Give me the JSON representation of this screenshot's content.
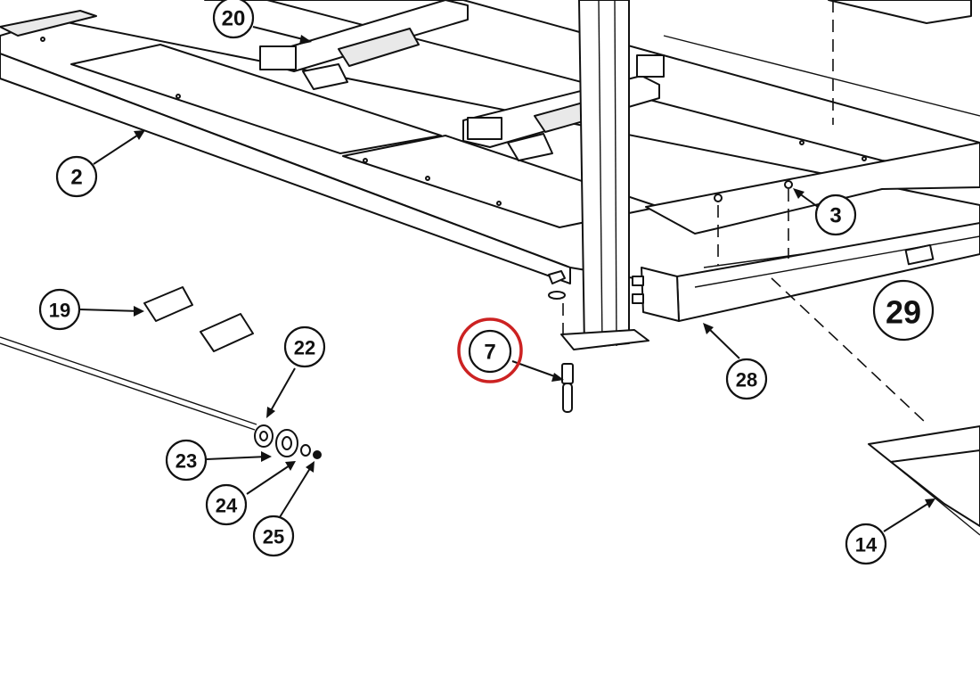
{
  "diagram": {
    "callouts": [
      {
        "id": "20",
        "label": "20"
      },
      {
        "id": "2",
        "label": "2"
      },
      {
        "id": "3",
        "label": "3"
      },
      {
        "id": "19",
        "label": "19"
      },
      {
        "id": "22",
        "label": "22"
      },
      {
        "id": "7",
        "label": "7",
        "highlighted": true
      },
      {
        "id": "28",
        "label": "28"
      },
      {
        "id": "29",
        "label": "29"
      },
      {
        "id": "23",
        "label": "23"
      },
      {
        "id": "24",
        "label": "24"
      },
      {
        "id": "25",
        "label": "25"
      },
      {
        "id": "14",
        "label": "14"
      }
    ],
    "colors": {
      "line": "#111111",
      "highlight": "#cc2222",
      "background": "#ffffff"
    }
  }
}
